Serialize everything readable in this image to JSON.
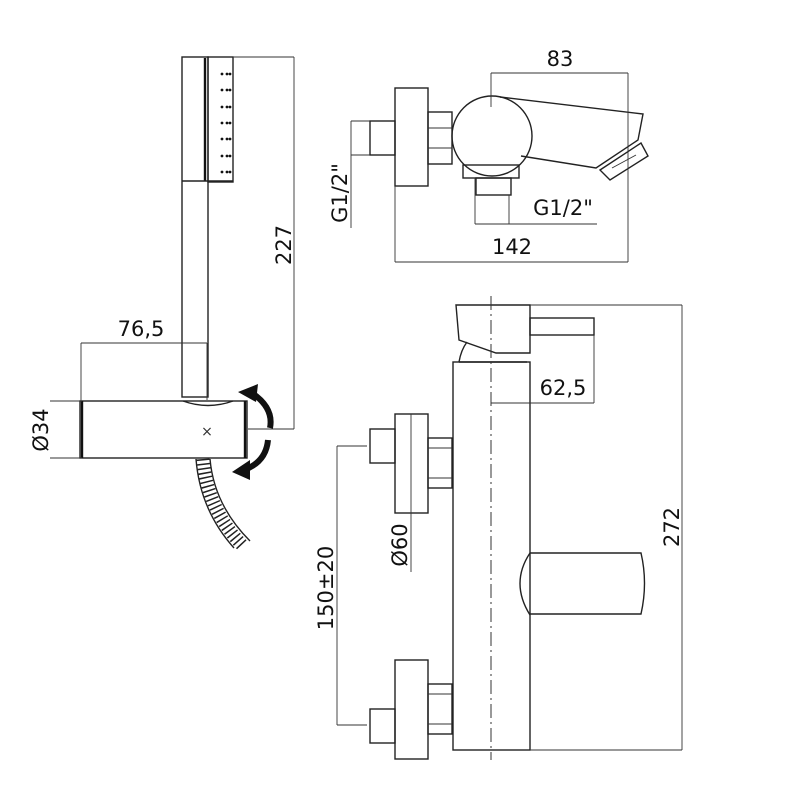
{
  "drawing": {
    "colors": {
      "line": "#222222",
      "background": "#ffffff"
    },
    "hand_shower_view": {
      "dim_height": "227",
      "dim_offset": "76,5",
      "dim_diameter": "Ø34"
    },
    "top_view": {
      "dim_spout_length": "83",
      "dim_inlet_left": "G1/2\"",
      "dim_outlet_bottom": "G1/2\"",
      "dim_total_width": "142"
    },
    "front_view": {
      "dim_handle_offset": "62,5",
      "dim_total_height": "272",
      "dim_flange_diameter": "Ø60",
      "dim_inlet_spacing": "150±20"
    }
  }
}
